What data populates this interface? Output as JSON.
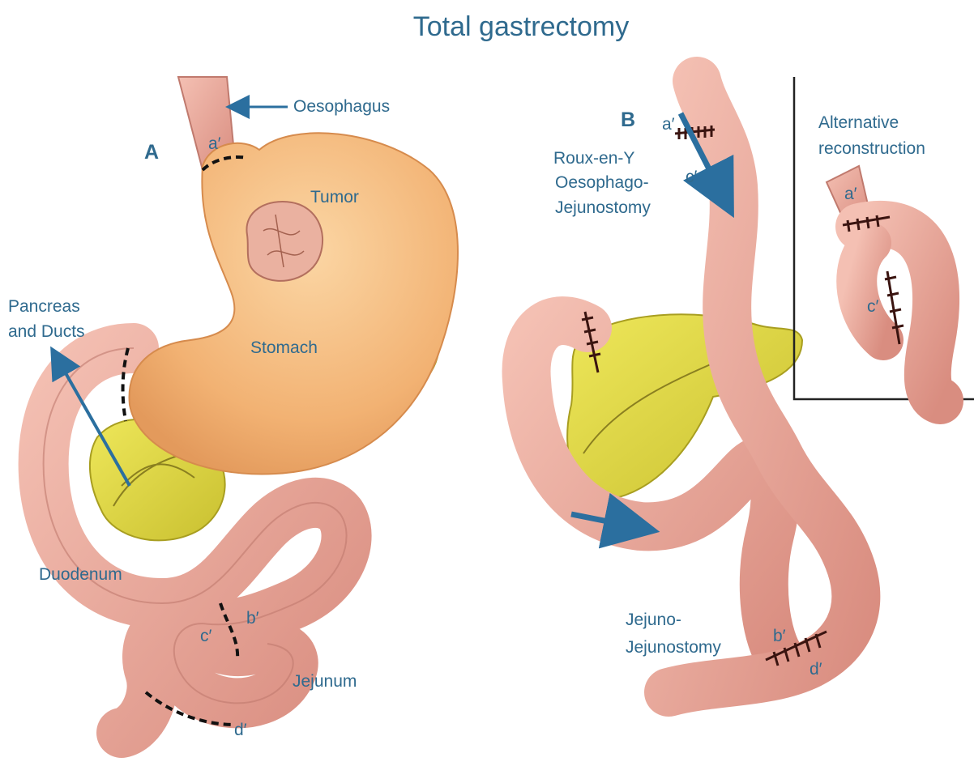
{
  "title": "Total gastrectomy",
  "panel_a": {
    "letter": "A",
    "labels": {
      "oesophagus": "Oesophagus",
      "tumor": "Tumor",
      "stomach": "Stomach",
      "pancreas_line1": "Pancreas",
      "pancreas_line2": "and Ducts",
      "duodenum": "Duodenum",
      "jejunum": "Jejunum"
    },
    "cut_points": {
      "a": "a′",
      "b": "b′",
      "c": "c′",
      "d": "d′"
    }
  },
  "panel_b": {
    "letter": "B",
    "labels": {
      "roux_line1": "Roux-en-Y",
      "roux_line2": "Oesophago-",
      "roux_line3": "Jejunostomy",
      "jj_line1": "Jejuno-",
      "jj_line2": "Jejunostomy"
    },
    "cut_points": {
      "a": "a′",
      "b": "b′",
      "c": "c′",
      "d": "d′"
    }
  },
  "inset": {
    "title_line1": "Alternative",
    "title_line2": "reconstruction",
    "cut_points": {
      "a": "a′",
      "c": "c′"
    }
  },
  "colors": {
    "text": "#2f6a8e",
    "intestine": "#e8a195",
    "stomach": "#f0b57a",
    "pancreas": "#e6e04a",
    "arrow": "#2b6f9f"
  }
}
